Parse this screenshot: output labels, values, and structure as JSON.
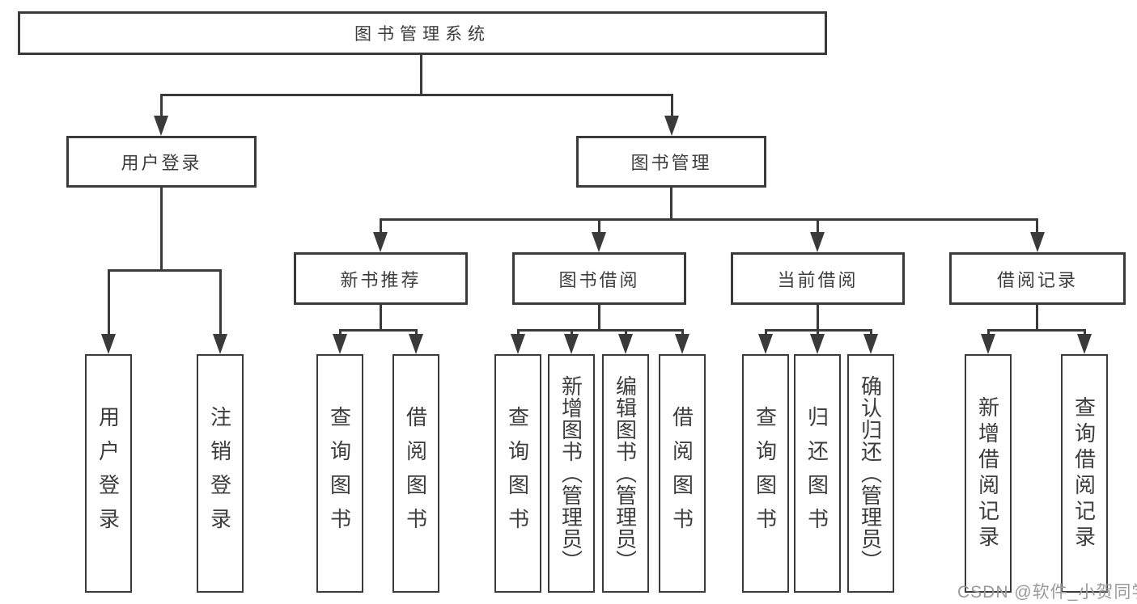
{
  "diagram": {
    "title": "图书管理系统",
    "line_color": "#3a3a3a",
    "root": {
      "label": "图书管理系统"
    },
    "level2": [
      {
        "label": "用户登录"
      },
      {
        "label": "图书管理"
      }
    ],
    "level3": [
      {
        "label": "新书推荐"
      },
      {
        "label": "图书借阅"
      },
      {
        "label": "当前借阅"
      },
      {
        "label": "借阅记录"
      }
    ],
    "leaves": [
      {
        "label": "用户登录"
      },
      {
        "label": "注销登录"
      },
      {
        "label": "查询图书"
      },
      {
        "label": "借阅图书"
      },
      {
        "label": "查询图书"
      },
      {
        "label": "新增图书（管理员）"
      },
      {
        "label": "编辑图书（管理员）"
      },
      {
        "label": "借阅图书"
      },
      {
        "label": "查询图书"
      },
      {
        "label": "归还图书"
      },
      {
        "label": "确认归还（管理员）"
      },
      {
        "label": "新增借阅记录"
      },
      {
        "label": "查询借阅记录"
      }
    ]
  },
  "watermark": {
    "text": "CSDN @软件_小贺同学",
    "color": "#9a9a9a"
  }
}
